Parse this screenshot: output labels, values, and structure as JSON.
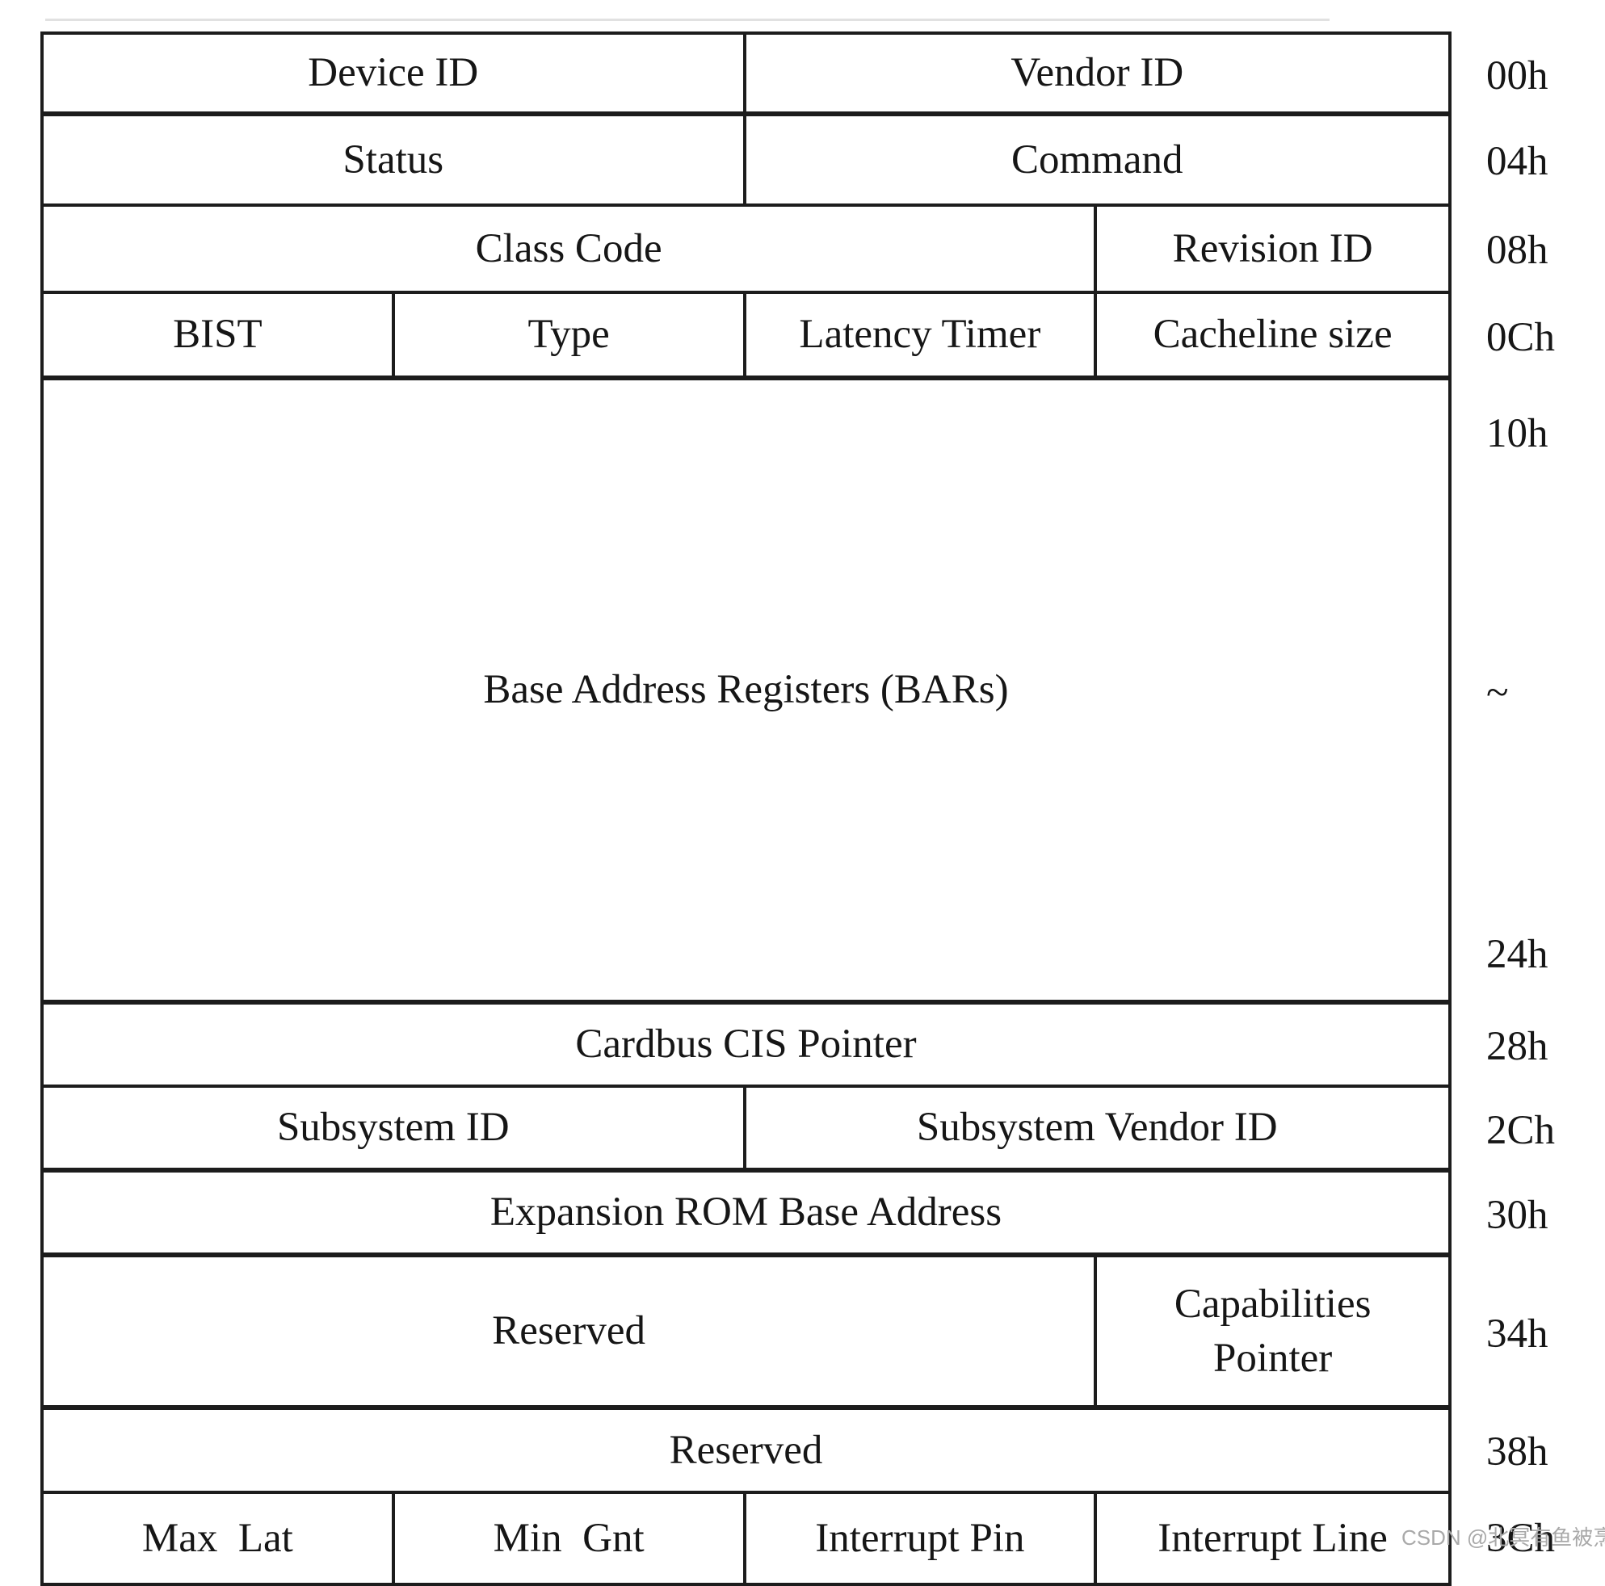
{
  "watermark": "CSDN @北冥有鱼被烹",
  "table": {
    "rows": [
      {
        "offsets": [
          "00h"
        ],
        "cells": [
          {
            "label": "Device ID",
            "span": 2
          },
          {
            "label": "Vendor ID",
            "span": 2
          }
        ]
      },
      {
        "offsets": [
          "04h"
        ],
        "cells": [
          {
            "label": "Status",
            "span": 2
          },
          {
            "label": "Command",
            "span": 2
          }
        ]
      },
      {
        "offsets": [
          "08h"
        ],
        "cells": [
          {
            "label": "Class Code",
            "span": 3
          },
          {
            "label": "Revision ID",
            "span": 1
          }
        ]
      },
      {
        "offsets": [
          "0Ch"
        ],
        "cells": [
          {
            "label": "BIST",
            "span": 1
          },
          {
            "label": "Type",
            "span": 1
          },
          {
            "label": "Latency Timer",
            "span": 1
          },
          {
            "label": "Cacheline size",
            "span": 1
          }
        ]
      },
      {
        "offsets": [
          "10h",
          "~",
          "24h"
        ],
        "cells": [
          {
            "label": "Base Address Registers (BARs)",
            "span": 4
          }
        ]
      },
      {
        "offsets": [
          "28h"
        ],
        "cells": [
          {
            "label": "Cardbus CIS Pointer",
            "span": 4
          }
        ]
      },
      {
        "offsets": [
          "2Ch"
        ],
        "cells": [
          {
            "label": "Subsystem ID",
            "span": 2
          },
          {
            "label": "Subsystem Vendor ID",
            "span": 2
          }
        ]
      },
      {
        "offsets": [
          "30h"
        ],
        "cells": [
          {
            "label": "Expansion ROM Base Address",
            "span": 4
          }
        ]
      },
      {
        "offsets": [
          "34h"
        ],
        "cells": [
          {
            "label": "Reserved",
            "span": 3
          },
          {
            "label": "Capabilities Pointer",
            "span": 1
          }
        ]
      },
      {
        "offsets": [
          "38h"
        ],
        "cells": [
          {
            "label": "Reserved",
            "span": 4
          }
        ]
      },
      {
        "offsets": [
          "3Ch"
        ],
        "cells": [
          {
            "label": "Max  Lat",
            "span": 1
          },
          {
            "label": "Min  Gnt",
            "span": 1
          },
          {
            "label": "Interrupt Pin",
            "span": 1
          },
          {
            "label": "Interrupt Line",
            "span": 1
          }
        ]
      }
    ]
  }
}
